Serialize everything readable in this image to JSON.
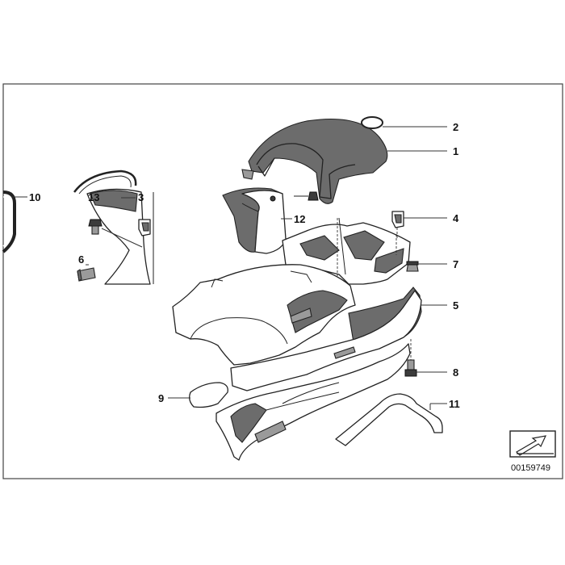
{
  "callouts": {
    "c1": "1",
    "c2": "2",
    "c3": "3",
    "c4": "4",
    "c5": "5",
    "c6": "6",
    "c7": "7",
    "c8": "8",
    "c9": "9",
    "c10": "10",
    "c11": "11",
    "c12": "12",
    "c13": "13"
  },
  "document_number": "00159749",
  "icons": {
    "corner_symbol": "direction-arrow-icon"
  },
  "colors": {
    "line": "#222222",
    "shade": "#6c6c6c",
    "background": "#ffffff"
  }
}
